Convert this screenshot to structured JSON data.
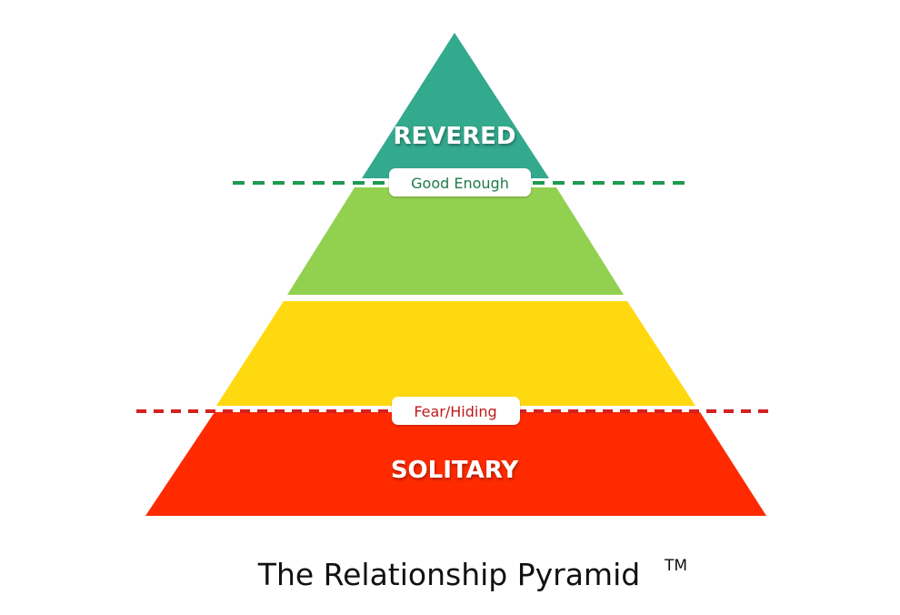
{
  "pyramid": {
    "tiers": [
      {
        "label": "REVERED",
        "color": "#33a98e"
      },
      {
        "label": "",
        "color": "#92d050"
      },
      {
        "label": "",
        "color": "#ffd90f"
      },
      {
        "label": "SOLITARY",
        "color": "#ff2a00"
      }
    ],
    "thresholds": [
      {
        "label": "Good Enough",
        "color": "#1e9a52",
        "text_color": "#1e7a48"
      },
      {
        "label": "Fear/Hiding",
        "color": "#d42020",
        "text_color": "#c01818"
      }
    ]
  },
  "caption": {
    "title": "The Relationship Pyramid",
    "trademark": "TM"
  }
}
